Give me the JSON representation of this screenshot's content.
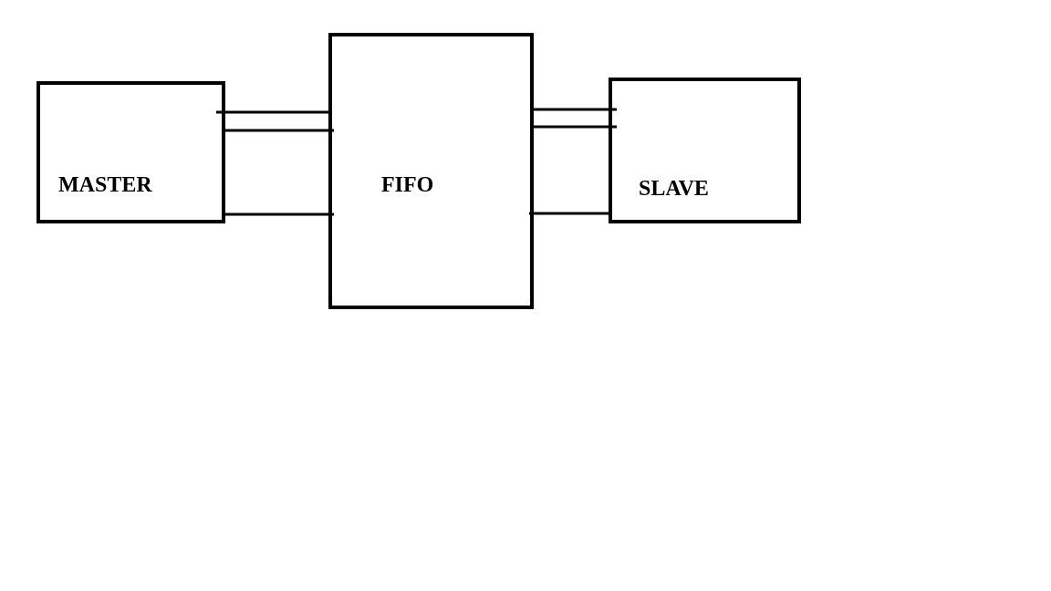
{
  "diagram": {
    "blocks": {
      "master": {
        "label": "MASTER"
      },
      "fifo": {
        "label": "FIFO"
      },
      "slave": {
        "label": "SLAVE"
      }
    },
    "colors": {
      "background": "#ffffff",
      "stroke": "#000000"
    }
  }
}
